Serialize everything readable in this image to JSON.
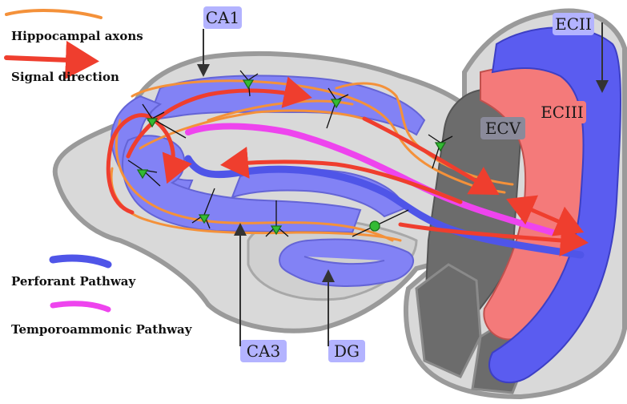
{
  "legend": {
    "items": [
      {
        "label": "Hippocampal axons",
        "swatch": "orange-line",
        "color": "#f4913a"
      },
      {
        "label": "Signal direction",
        "swatch": "red-arrow",
        "color": "#ef3e2e"
      },
      {
        "label": "Perforant Pathway",
        "swatch": "blue-line",
        "color": "#4f55e8"
      },
      {
        "label": "Temporoammonic Pathway",
        "swatch": "magenta-line",
        "color": "#ee44ee"
      }
    ]
  },
  "regions": {
    "ca1": "CA1",
    "ca3": "CA3",
    "dg": "DG",
    "ecii": "ECII",
    "eciii": "ECIII",
    "ecv": "ECV"
  },
  "colors": {
    "tissue_gray": "#d9d9d9",
    "outline_gray": "#9a9a9a",
    "layer_blue": "#8282f5",
    "pathway_blue": "#4f55e8",
    "layer_red": "#f47a7a",
    "axon_orange": "#f4913a",
    "arrow_red": "#ef3e2e",
    "pathway_magenta": "#ee44ee",
    "dark_gray": "#6c6c6c",
    "neuron_green": "#33bb33",
    "label_bg": "#b3b3ff"
  }
}
